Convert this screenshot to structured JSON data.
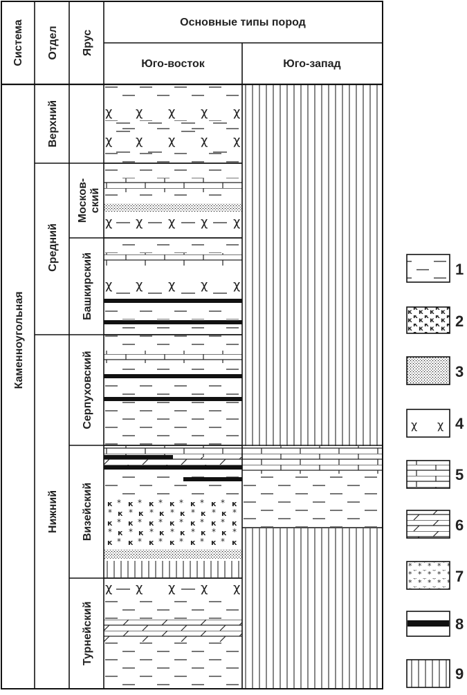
{
  "header": {
    "system_col": "Система",
    "division_col": "Отдел",
    "stage_col": "Ярус",
    "rock_types": "Основные типы пород",
    "southeast": "Юго-восток",
    "southwest": "Юго-запад"
  },
  "system": "Каменноугольная",
  "divisions": {
    "upper": "Верхний",
    "middle": "Средний",
    "lower": "Нижний"
  },
  "stages": {
    "moscow_line1": "Москов-",
    "moscow_line2": "ский",
    "bashkir": "Башкирский",
    "serpukhov": "Серпуховский",
    "visean": "Визейский",
    "tournaisian": "Турнейский"
  },
  "legend": [
    {
      "num": "1",
      "pattern": "dashes"
    },
    {
      "num": "2",
      "pattern": "k-pattern"
    },
    {
      "num": "3",
      "pattern": "dots"
    },
    {
      "num": "4",
      "pattern": "x-marks"
    },
    {
      "num": "5",
      "pattern": "bricks"
    },
    {
      "num": "6",
      "pattern": "diagonal-bricks"
    },
    {
      "num": "7",
      "pattern": "stars"
    },
    {
      "num": "8",
      "pattern": "thick-line"
    },
    {
      "num": "9",
      "pattern": "vertical-lines"
    }
  ]
}
